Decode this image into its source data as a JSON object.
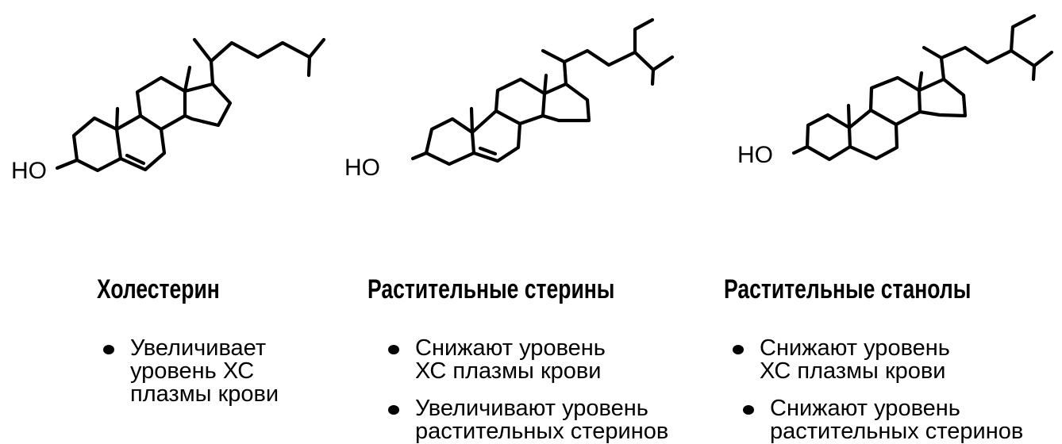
{
  "hydroxyl_label": "HO",
  "columns": [
    {
      "title": "Холестерин",
      "bullets": [
        [
          "Увеличивает",
          "уровень ХС",
          "плазмы крови"
        ]
      ]
    },
    {
      "title": "Растительные стерины",
      "bullets": [
        [
          "Снижают уровень",
          "ХС плазмы крови"
        ],
        [
          "Увеличивают уровень",
          "растительных стеринов"
        ]
      ]
    },
    {
      "title": "Растительные станолы",
      "bullets": [
        [
          "Снижают уровень",
          "ХС плазмы крови"
        ],
        [
          "Снижают уровень",
          "растительных стеринов"
        ]
      ]
    }
  ]
}
